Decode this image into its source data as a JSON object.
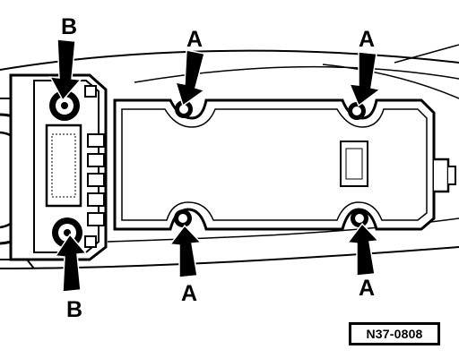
{
  "labels": {
    "a": "A",
    "b": "B"
  },
  "reference_number": "N37-0808",
  "colors": {
    "ink": "#000000",
    "paper": "#ffffff"
  }
}
